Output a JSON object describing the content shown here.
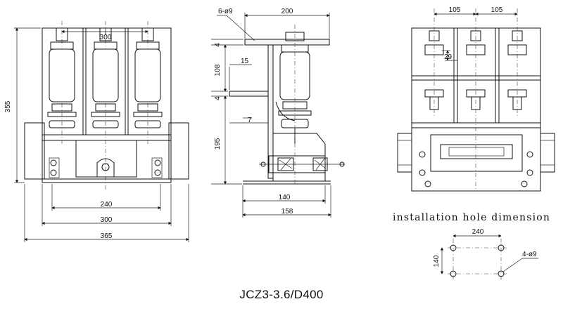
{
  "caption": "JCZ3-3.6/D400",
  "install_title": "installation hole dimension",
  "front_view": {
    "dim_width_inner": "240",
    "dim_width_mid": "300",
    "dim_width_outer": "365",
    "dim_height": "355"
  },
  "side_view": {
    "dim_top": "200",
    "dim_hole": "6-ø9",
    "dim_4a": "4",
    "dim_4b": "4",
    "dim_108": "108",
    "dim_15": "15",
    "dim_7": "7",
    "dim_195": "195",
    "dim_140": "140",
    "dim_158": "158"
  },
  "rear_view": {
    "dim_105_left": "105",
    "dim_105_right": "105",
    "dim_29": "29"
  },
  "install_view": {
    "dim_240": "240",
    "dim_140": "140",
    "dim_holes": "4-ø9"
  }
}
